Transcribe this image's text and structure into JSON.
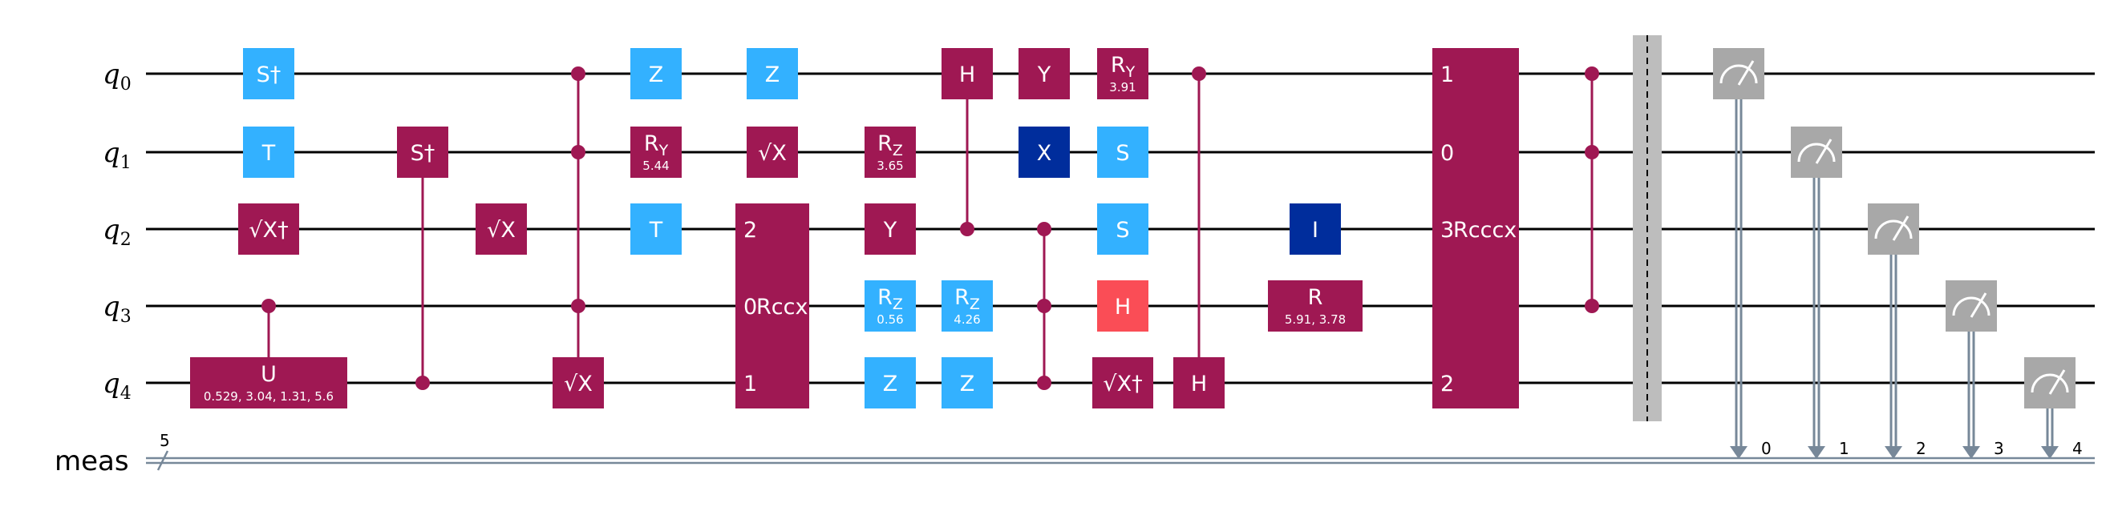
{
  "qubits": [
    {
      "name": "q",
      "index": "0"
    },
    {
      "name": "q",
      "index": "1"
    },
    {
      "name": "q",
      "index": "2"
    },
    {
      "name": "q",
      "index": "3"
    },
    {
      "name": "q",
      "index": "4"
    }
  ],
  "classical": {
    "name": "meas",
    "size": "5"
  },
  "colors": {
    "light_blue": "#33b1ff",
    "magenta": "#9f1853",
    "dark_blue": "#002d9c",
    "red": "#fa4d56",
    "gray": "#a8a8a8",
    "wire": "#000000",
    "classical_wire": "#778899",
    "barrier": "#bdbdbd"
  },
  "gates": [
    {
      "col": 1,
      "q": 0,
      "label": "S†",
      "color": "light_blue"
    },
    {
      "col": 1,
      "q": 1,
      "label": "T",
      "color": "light_blue"
    },
    {
      "col": 1,
      "q": 2,
      "label": "√X†",
      "color": "magenta"
    },
    {
      "col": 1,
      "type": "cgate",
      "control": 3,
      "target": 4,
      "label": "U",
      "param": "0.529, 3.04, 1.31, 5.6",
      "color": "magenta"
    },
    {
      "col": 2,
      "type": "cgate",
      "control": 4,
      "target": 1,
      "label": "S†",
      "color": "magenta"
    },
    {
      "col": 3,
      "q": 2,
      "label": "√X",
      "color": "magenta"
    },
    {
      "col": 4,
      "type": "multi",
      "controls": [
        0,
        1,
        3
      ],
      "target": 4,
      "label": "√X",
      "color": "magenta"
    },
    {
      "col": 5,
      "q": 0,
      "label": "Z",
      "color": "light_blue"
    },
    {
      "col": 5,
      "q": 1,
      "label": "RY",
      "param": "5.44",
      "color": "magenta"
    },
    {
      "col": 5,
      "q": 2,
      "label": "T",
      "color": "light_blue"
    },
    {
      "col": 6,
      "q": 0,
      "label": "Z",
      "color": "light_blue"
    },
    {
      "col": 6,
      "q": 1,
      "label": "√X",
      "color": "magenta"
    },
    {
      "col": 6,
      "type": "box",
      "from": 2,
      "to": 4,
      "label": "Rccx",
      "ports": [
        {
          "q": 2,
          "t": "2"
        },
        {
          "q": 3,
          "t": "0"
        },
        {
          "q": 4,
          "t": "1"
        }
      ],
      "color": "magenta"
    },
    {
      "col": 7,
      "q": 1,
      "label": "RZ",
      "param": "3.65",
      "color": "magenta"
    },
    {
      "col": 7,
      "q": 2,
      "label": "Y",
      "color": "magenta"
    },
    {
      "col": 7,
      "q": 3,
      "label": "RZ",
      "param": "0.56",
      "color": "light_blue"
    },
    {
      "col": 7,
      "q": 4,
      "label": "Z",
      "color": "light_blue"
    },
    {
      "col": 8,
      "type": "cgate",
      "control": 2,
      "target": 0,
      "label": "H",
      "color": "magenta"
    },
    {
      "col": 8,
      "q": 3,
      "label": "RZ",
      "param": "4.26",
      "color": "light_blue"
    },
    {
      "col": 8,
      "q": 4,
      "label": "Z",
      "color": "light_blue"
    },
    {
      "col": 9,
      "type": "cz",
      "qs": [
        2,
        3,
        4
      ],
      "color": "magenta"
    },
    {
      "col": 9,
      "q": 0,
      "label": "Y",
      "color": "magenta"
    },
    {
      "col": 9,
      "q": 1,
      "label": "X",
      "color": "dark_blue"
    },
    {
      "col": 10,
      "q": 0,
      "label": "RY",
      "param": "3.91",
      "color": "magenta"
    },
    {
      "col": 10,
      "q": 1,
      "label": "S",
      "color": "light_blue"
    },
    {
      "col": 10,
      "q": 2,
      "label": "S",
      "color": "light_blue"
    },
    {
      "col": 10,
      "q": 3,
      "label": "H",
      "color": "red"
    },
    {
      "col": 10,
      "q": 4,
      "label": "√X†",
      "color": "magenta"
    },
    {
      "col": 11,
      "type": "cgate",
      "control": 0,
      "target": 4,
      "label": "H",
      "color": "magenta"
    },
    {
      "col": 12,
      "q": 2,
      "label": "I",
      "color": "dark_blue"
    },
    {
      "col": 12,
      "q": 3,
      "label": "R",
      "param": "5.91, 3.78",
      "color": "magenta"
    },
    {
      "col": 13,
      "type": "box",
      "from": 0,
      "to": 4,
      "label": "Rcccx",
      "ports": [
        {
          "q": 0,
          "t": "1"
        },
        {
          "q": 1,
          "t": "0"
        },
        {
          "q": 2,
          "t": "3"
        },
        {
          "q": 4,
          "t": "2"
        }
      ],
      "color": "magenta"
    },
    {
      "col": 14,
      "type": "cz",
      "qs": [
        0,
        1,
        3
      ],
      "color": "magenta"
    }
  ],
  "measurements": [
    "0",
    "1",
    "2",
    "3",
    "4"
  ]
}
